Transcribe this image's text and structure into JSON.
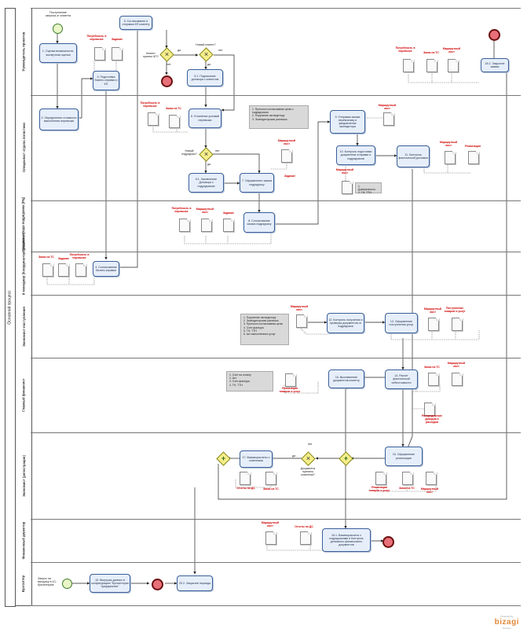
{
  "pool": {
    "title": "Основной процесс"
  },
  "lanes": [
    "Руководитель проектов",
    "Специалист отдела логистики",
    "Сотрудник склада подрядчика (РЦ)",
    "Финансовый менеджер (Координатор/финансист)",
    "Экономист-поступления",
    "Главный финансист",
    "Экономист (регистрации)",
    "Финансовый директор",
    "Бухгалтер"
  ],
  "start_events": {
    "top_label": "Поступление запроса от клиента",
    "bottom_label": "Запрос на выгрузку в 1С-бухгалтерия"
  },
  "tasks": {
    "t1": "1. Оценка возможности, экспертная оценка",
    "t2": "2. Определение стоимости выполнения перевозки",
    "t3": "3. Подготовка бизнес-справки и КП",
    "t4": "4. Согласование бизнес-справки",
    "t5": "5. Согласование и отправка КП клиенту",
    "t51": "5.1. Подписание договора с клиентом",
    "t6": "6. Уточнение условий перевозки",
    "t61": "6.1. Заключение Договора с подрядчиком",
    "t7": "7. Оформление заказа подрядчику",
    "t8": "8. Согласование заказа подрядчику",
    "t9": "9. Отправка заказа перевозчику и уведомление экспедитора",
    "t10": "10. Контроль подготовки документов отправки и подрядчиков",
    "t11": "11. Контроль фактической доставки",
    "t12": "12. Контроль получения и проверка документов от подрядчика",
    "t13": "13. Оформление поступления услуг",
    "t14": "14. Расчет фактической себестоимости",
    "t15": "15. Оформление реализации",
    "t16": "16. Выставление документов клиенту",
    "t161": "16.1. Взаиморасчеты с подрядчиками и Контроль денежного финансового документов",
    "t17": "17. Взаиморасчеты с клиентами",
    "t18": "18.1. Закрытие заявки",
    "t19": "19. Выгрузка данных в конфигурацию \"Бухгалтерия предприятия\"",
    "t20": "20.2. Закрытие периода"
  },
  "gateways": {
    "g1": "Клиент принял КП?",
    "g2": "Новый клиент?",
    "g3": "Новый подрядчик?",
    "g4": "Документы приняты клиентом?"
  },
  "flow_labels": {
    "yes": "да",
    "no": "нет"
  },
  "documents": {
    "need": "Потребность в перевозке",
    "task": "Задание",
    "ts_order": "Заказ на ТС",
    "route": "Маршрутный лист",
    "realization": "Реализация",
    "sale": "Реализация товаров и услуг",
    "receipt": "Поступление товаров и услуг",
    "ds_reports": "Отчеты по ДС",
    "cost_alloc": "Распределение доходов и расходов"
  },
  "notes": {
    "n1": "1. Протокол согласования цены с подрядчиком\n2. Поручение экспедитору\n3. Экспедиторская расписка",
    "n2": "1. Доверенность\n2. ТН, ТТН",
    "n3": "1. Поручение экспедитору\n2. Экспедиторская расписка\n3. Протокол согласования цены\n4. Счет-фактура\n5. ТН, ТТН\n6. Акт выполненных услуг",
    "n4": "1. Счет на оплату\n2. Акт\n3. Счет-фактура\n4. ТН, ТТН"
  },
  "logo": {
    "powered": "Powered by",
    "brand": "bizagi",
    "modeler": "Modeler"
  }
}
